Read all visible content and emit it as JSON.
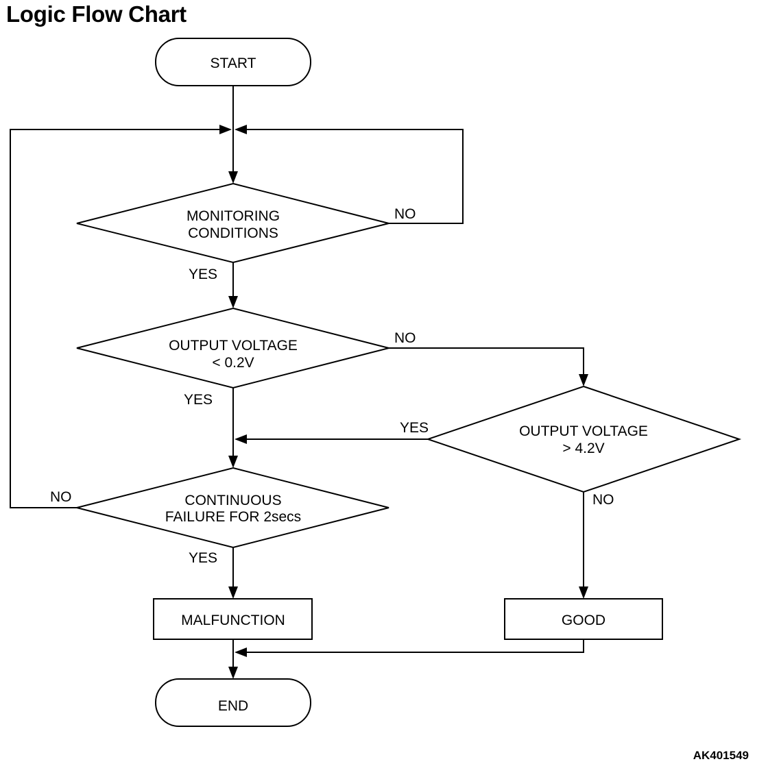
{
  "title": "Logic Flow Chart",
  "figure_code": "AK401549",
  "nodes": {
    "start": "START",
    "monitoring": [
      "MONITORING",
      "CONDITIONS"
    ],
    "low_check": [
      "OUTPUT VOLTAGE",
      "< 0.2V"
    ],
    "high_check": [
      "OUTPUT VOLTAGE",
      "> 4.2V"
    ],
    "continuous": [
      "CONTINUOUS",
      "FAILURE FOR 2secs"
    ],
    "malfunction": "MALFUNCTION",
    "good": "GOOD",
    "end": "END"
  },
  "edges": {
    "monitoring_no": "NO",
    "monitoring_yes": "YES",
    "low_no": "NO",
    "low_yes": "YES",
    "high_yes": "YES",
    "high_no": "NO",
    "continuous_no": "NO",
    "continuous_yes": "YES"
  }
}
